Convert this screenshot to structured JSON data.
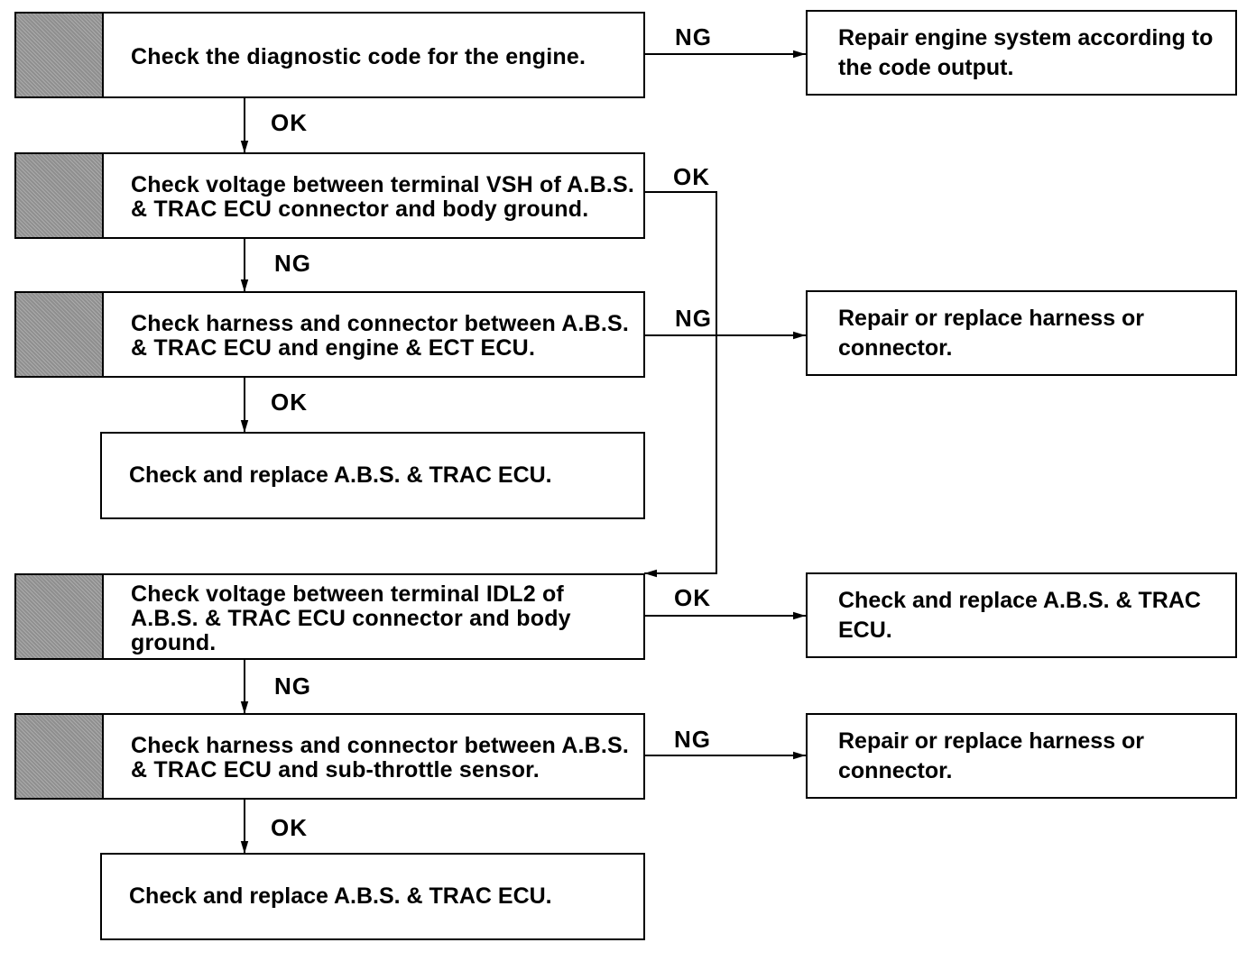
{
  "steps": [
    {
      "text": "Check the diagnostic code for the engine."
    },
    {
      "text": "Check voltage between terminal VSH of A.B.S. & TRAC ECU connector and body ground."
    },
    {
      "text": "Check harness and connector between A.B.S. & TRAC ECU and engine & ECT ECU."
    },
    {
      "text": "Check voltage between terminal IDL2 of A.B.S. & TRAC ECU connector and body ground."
    },
    {
      "text": "Check harness and connector between A.B.S. & TRAC ECU and sub-throttle sensor."
    }
  ],
  "results": {
    "r1": "Repair engine system according to the code output.",
    "r3": "Repair or replace harness or connector.",
    "r3_ok": "Check and replace A.B.S. & TRAC ECU.",
    "r4": "Check and replace A.B.S. & TRAC ECU.",
    "r5": "Repair or replace harness or connector.",
    "r5_ok": "Check and replace A.B.S. & TRAC ECU."
  },
  "labels": {
    "ng": "NG",
    "ok": "OK"
  }
}
